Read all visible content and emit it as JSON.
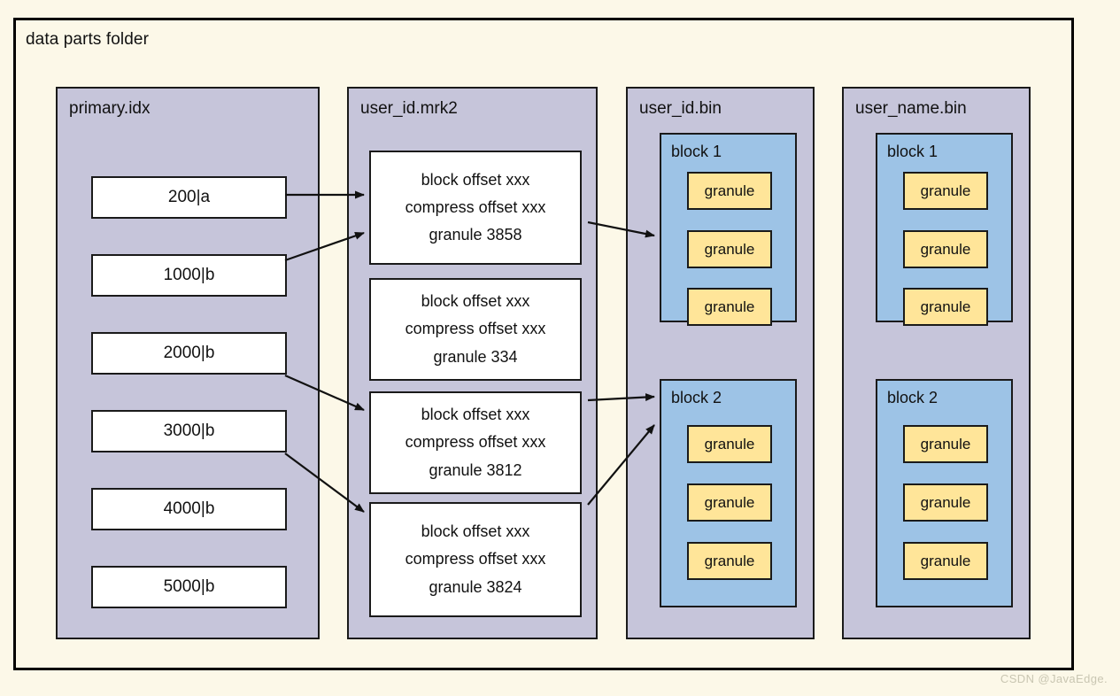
{
  "frame": {
    "title": "data parts folder"
  },
  "watermark": "CSDN @JavaEdge.",
  "colors": {
    "background": "#fcf8e8",
    "panel": "#c6c5da",
    "block": "#9dc3e6",
    "granule": "#ffe599",
    "stroke": "#1a1a1a",
    "entry": "#ffffff"
  },
  "panels": [
    {
      "key": "primary_idx",
      "title": "primary.idx",
      "entries": [
        {
          "label": "200|a"
        },
        {
          "label": "1000|b"
        },
        {
          "label": "2000|b"
        },
        {
          "label": "3000|b"
        },
        {
          "label": "4000|b"
        },
        {
          "label": "5000|b"
        }
      ]
    },
    {
      "key": "user_id_mrk2",
      "title": "user_id.mrk2",
      "marks": [
        {
          "block_offset": "block offset xxx",
          "compress_offset": "compress offset xxx",
          "granule": "granule 3858"
        },
        {
          "block_offset": "block offset xxx",
          "compress_offset": "compress offset xxx",
          "granule": "granule 334"
        },
        {
          "block_offset": "block offset xxx",
          "compress_offset": "compress offset xxx",
          "granule": "granule 3812"
        },
        {
          "block_offset": "block offset xxx",
          "compress_offset": "compress offset xxx",
          "granule": "granule 3824"
        }
      ]
    },
    {
      "key": "user_id_bin",
      "title": "user_id.bin",
      "blocks": [
        {
          "title": "block 1",
          "granules": [
            "granule",
            "granule",
            "granule"
          ]
        },
        {
          "title": "block 2",
          "granules": [
            "granule",
            "granule",
            "granule"
          ]
        }
      ]
    },
    {
      "key": "user_name_bin",
      "title": "user_name.bin",
      "blocks": [
        {
          "title": "block 1",
          "granules": [
            "granule",
            "granule",
            "granule"
          ]
        },
        {
          "title": "block 2",
          "granules": [
            "granule",
            "granule",
            "granule"
          ]
        }
      ]
    }
  ],
  "connections": [
    {
      "from": "primary.idx 200|a",
      "to": "user_id.mrk2 granule 3858"
    },
    {
      "from": "primary.idx 1000|b",
      "to": "user_id.mrk2 granule 3858"
    },
    {
      "from": "primary.idx 2000|b",
      "to": "user_id.mrk2 granule 3812"
    },
    {
      "from": "primary.idx 3000|b",
      "to": "user_id.mrk2 granule 3824"
    },
    {
      "from": "user_id.mrk2 granule 3858",
      "to": "user_id.bin block 1"
    },
    {
      "from": "user_id.mrk2 granule 3812",
      "to": "user_id.bin block 2"
    },
    {
      "from": "user_id.mrk2 granule 3824",
      "to": "user_id.bin block 2"
    }
  ]
}
